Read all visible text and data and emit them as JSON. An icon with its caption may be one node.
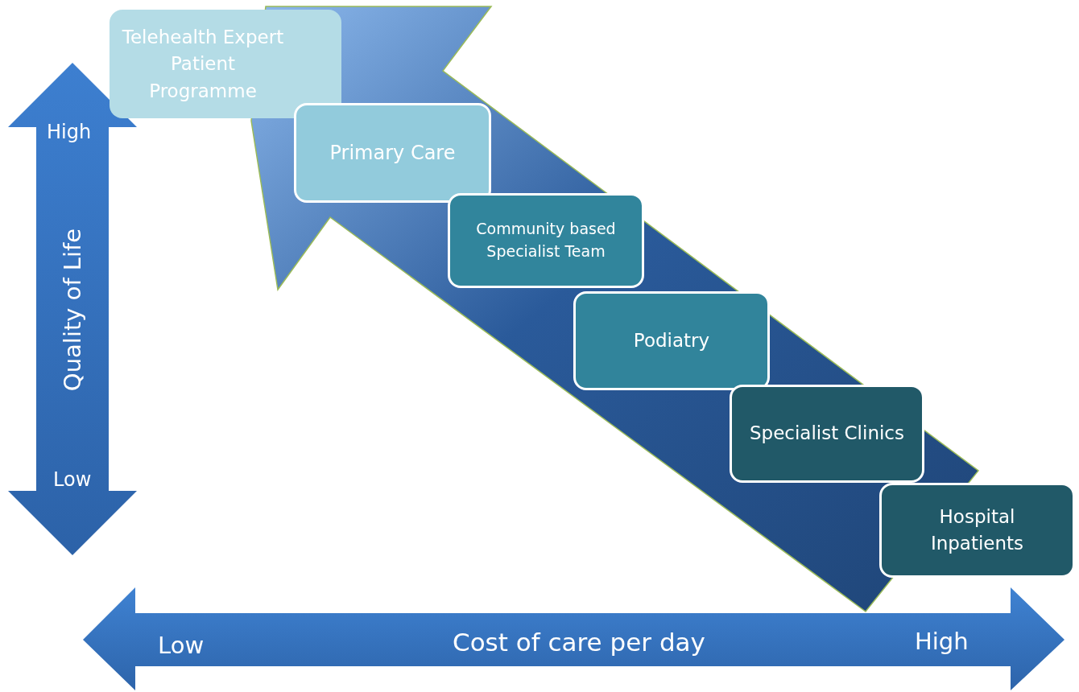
{
  "diagram": {
    "nodes": [
      {
        "text": [
          "Telehealth Expert Patient Programme"
        ]
      },
      {
        "text": [
          "Primary Care"
        ]
      },
      {
        "text": [
          "Community based Specialist Team"
        ]
      },
      {
        "text": [
          "Podiatry"
        ]
      },
      {
        "text": [
          "Specialist Clinics"
        ]
      },
      {
        "text": [
          "Hospital Inpatients"
        ]
      }
    ],
    "labels": [
      "High",
      "Quality of Life",
      "Low",
      "Low",
      "Cost of care per day",
      "High"
    ]
  }
}
